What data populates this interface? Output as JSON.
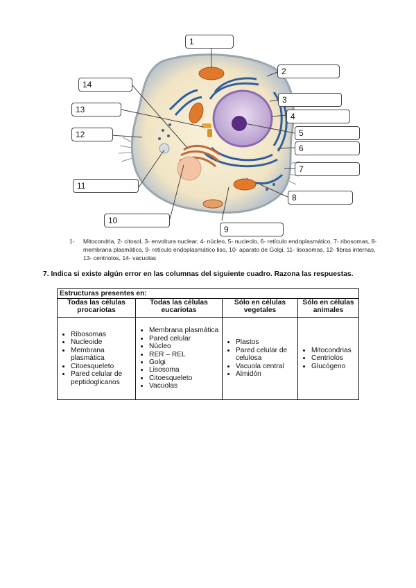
{
  "figure": {
    "labels": [
      "1",
      "2",
      "3",
      "4",
      "5",
      "6",
      "7",
      "8",
      "9",
      "10",
      "11",
      "12",
      "13",
      "14"
    ]
  },
  "caption": {
    "num": "1-",
    "text": "Mitocondria, 2- citosol, 3- envoltura nuclear, 4- núcleo, 5- nucleolo, 6- retículo endoplasmático, 7- ribosomas, 8- membrana plasmática, 9- retículo endoplasmático liso, 10- aparato de Golgi, 11- lisosomas, 12- fibras internas, 13- centriolos, 14- vacuolas"
  },
  "question": "7. Indica si existe algún error en las columnas del siguiente cuadro. Razona las respuestas.",
  "table": {
    "title": "Estructuras presentes en:",
    "headers": [
      "Todas las células procariotas",
      "Todas las células eucariotas",
      "Sólo en células vegetales",
      "Sólo en células animales"
    ],
    "col1": [
      "Ribosomas",
      "Nucleoide",
      "Membrana plasmática",
      "Citoesqueleto",
      "Pared celular de peptidoglicanos"
    ],
    "col2": [
      "Membrana plasmática",
      "Pared celular",
      "Núcleo",
      "RER – REL",
      "Golgi",
      "Lisosoma",
      "Citoesqueleto",
      "Vacuolas"
    ],
    "col3": [
      "Plastos",
      "Pared celular de celulosa",
      "Vacuola central",
      "Almidón"
    ],
    "col4": [
      "Mitocondrias",
      "Centriolos",
      "Glucógeno"
    ]
  }
}
